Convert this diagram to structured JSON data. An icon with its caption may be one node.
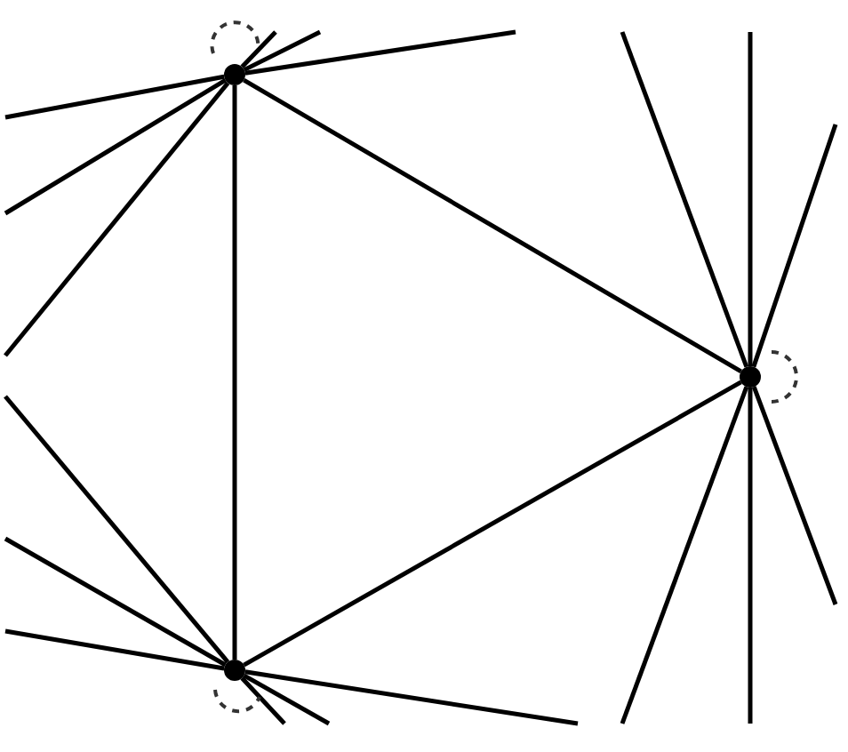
{
  "diagram": {
    "nodes": [
      {
        "text": [],
        "shape": "circle"
      },
      {
        "text": [],
        "shape": "circle"
      },
      {
        "text": [],
        "shape": "circle"
      }
    ],
    "edges": [
      {
        "from": 0,
        "to": 1,
        "arrow": "none"
      },
      {
        "from": 0,
        "to": 2,
        "arrow": "none"
      },
      {
        "from": 1,
        "to": 2,
        "arrow": "none"
      },
      {
        "from": 0,
        "to": null,
        "arrow": "none"
      },
      {
        "from": 0,
        "to": null,
        "arrow": "none"
      },
      {
        "from": 0,
        "to": null,
        "arrow": "none"
      },
      {
        "from": 0,
        "to": null,
        "arrow": "none"
      },
      {
        "from": 0,
        "to": null,
        "arrow": "none"
      },
      {
        "from": 0,
        "to": null,
        "arrow": "none"
      },
      {
        "from": 1,
        "to": null,
        "arrow": "none"
      },
      {
        "from": 1,
        "to": null,
        "arrow": "none"
      },
      {
        "from": 1,
        "to": null,
        "arrow": "none"
      },
      {
        "from": 1,
        "to": null,
        "arrow": "none"
      },
      {
        "from": 1,
        "to": null,
        "arrow": "none"
      },
      {
        "from": 1,
        "to": null,
        "arrow": "none"
      },
      {
        "from": 2,
        "to": null,
        "arrow": "none"
      },
      {
        "from": 2,
        "to": null,
        "arrow": "none"
      },
      {
        "from": 2,
        "to": null,
        "arrow": "none"
      },
      {
        "from": 2,
        "to": null,
        "arrow": "none"
      },
      {
        "from": 2,
        "to": null,
        "arrow": "none"
      },
      {
        "from": 2,
        "to": null,
        "arrow": "none"
      }
    ]
  }
}
